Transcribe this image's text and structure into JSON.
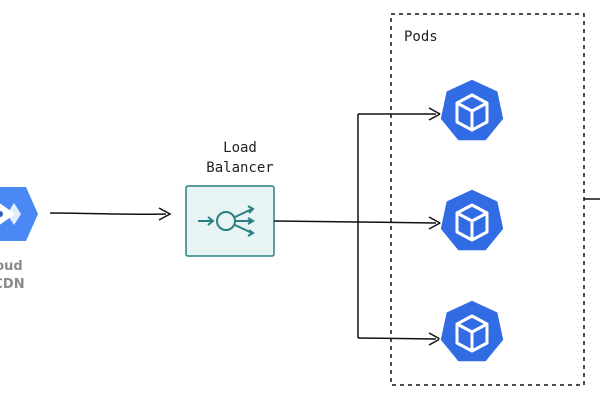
{
  "load_balancer": {
    "label_line1": "Load",
    "label_line2": "Balancer"
  },
  "pods_group": {
    "label": "Pods"
  },
  "cloud_cdn": {
    "label_line1": "oud",
    "label_line2": "CDN"
  },
  "colors": {
    "kube_blue": "#326ce5",
    "cdn_blue": "#4a88f4",
    "lb_fill": "#e8f4f3",
    "lb_stroke": "#2a7f82",
    "line": "#111111"
  },
  "icons": {
    "cloud_cdn": "cloud-cdn-hexagon-icon",
    "load_balancer": "load-balancer-icon",
    "pod": "kubernetes-pod-cube-icon",
    "arrow": "arrow-head-icon"
  }
}
